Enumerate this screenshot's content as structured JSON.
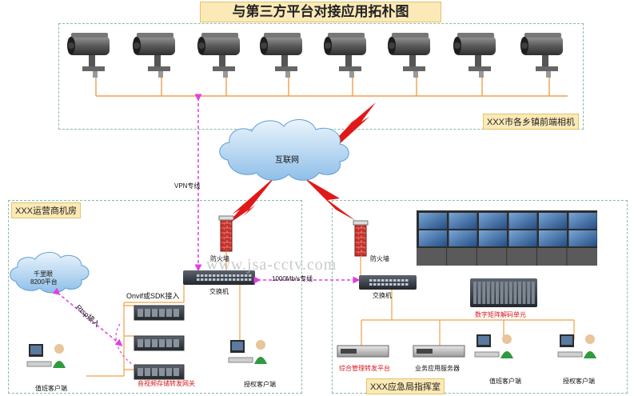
{
  "title": "与第三方平台对接应用拓朴图",
  "zones": {
    "cameras_label": "XXX市各乡镇前端相机",
    "operator_label": "XXX运营商机房",
    "command_label": "XXX应急局指挥室"
  },
  "cloud": {
    "internet_label": "互联网",
    "platform_label_1": "千里眼",
    "platform_label_2": "8200平台"
  },
  "links": {
    "vpn": "VPN专线",
    "gigabit": "1000Mb/s专线",
    "onvif": "Onvif或SDK接入",
    "rtsp": "Rtsp接入"
  },
  "devices": {
    "firewall_left": "防火墙",
    "firewall_right": "防火墙",
    "switch_left": "交换机",
    "switch_right": "交换机",
    "storage": "音视频存储转发网关",
    "matrix": "数字矩阵解码单元",
    "forward_platform": "综合管理转发平台",
    "app_server": "业务应用服务器",
    "duty_client_left": "值班客户端",
    "auth_client_left": "授权客户端",
    "duty_client_right": "值班客户端",
    "auth_client_right": "授权客户端"
  },
  "watermark": "www.jsa-cctv.com",
  "colors": {
    "orange_link": "#f0a04b",
    "magenta_link": "#e040e0",
    "red_link": "#e01818",
    "zone_border": "#8fb8a8",
    "label_bg": "#fbe9b7"
  },
  "camera_count": 8
}
